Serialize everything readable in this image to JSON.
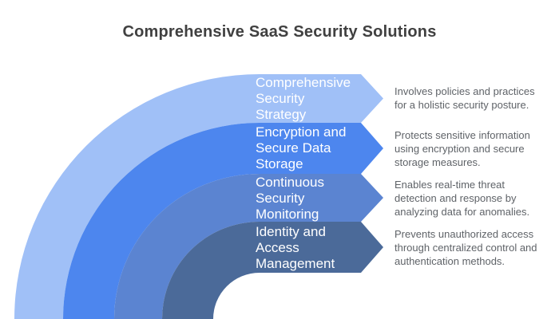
{
  "title": {
    "text": "Comprehensive SaaS Security Solutions",
    "color": "#404040"
  },
  "colors": {
    "background": "#FFFFFF",
    "label_text": "#FFFFFF",
    "description_text": "#5F6368"
  },
  "bands": [
    {
      "name": "comprehensive-security-strategy",
      "label": "Comprehensive\nSecurity\nStrategy",
      "description": "Involves policies and practices\nfor a holistic security posture.",
      "color": "#A0C0F7"
    },
    {
      "name": "encryption-and-secure-data-storage",
      "label": "Encryption and\nSecure Data\nStorage",
      "description": "Protects sensitive information\nusing encryption and secure\nstorage measures.",
      "color": "#4D86EE"
    },
    {
      "name": "continuous-security-monitoring",
      "label": "Continuous\nSecurity\nMonitoring",
      "description": "Enables real-time threat\ndetection and response by\nanalyzing data for anomalies.",
      "color": "#5B84D1"
    },
    {
      "name": "identity-and-access-management",
      "label": "Identity and\nAccess\nManagement",
      "description": "Prevents unauthorized access\nthrough centralized control and\nauthentication methods.",
      "color": "#4B6A99"
    }
  ]
}
